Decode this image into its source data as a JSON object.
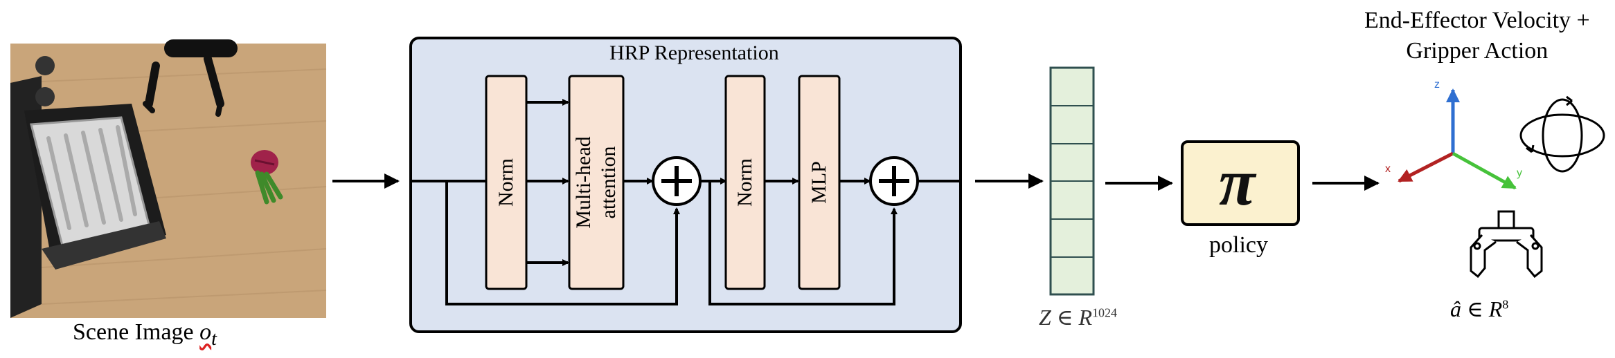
{
  "scene": {
    "caption": "Scene Image",
    "caption_symbol": "o",
    "caption_subscript": "t"
  },
  "hrp": {
    "title": "HRP Representation",
    "blocks": {
      "norm1": "Norm",
      "attention_line1": "Multi-head",
      "attention_line2": "attention",
      "norm2": "Norm",
      "mlp": "MLP"
    },
    "sum_symbol": "+"
  },
  "embedding": {
    "caption": "Z ∈ R",
    "caption_sup": "1024",
    "cells": 6
  },
  "policy": {
    "symbol": "π",
    "caption": "policy"
  },
  "action": {
    "title_line1": "End-Effector Velocity +",
    "title_line2": "Gripper Action",
    "axis_x": "x",
    "axis_y": "y",
    "axis_z": "z",
    "caption": "â ∈ R",
    "caption_sup": "8"
  },
  "colors": {
    "hrp_bg": "#dbe3f1",
    "block_fill": "#f9e4d6",
    "embedding_fill": "#e4f0dc",
    "embedding_stroke": "#2f4f4f",
    "policy_fill": "#fbf1cf",
    "axis_x": "#b22222",
    "axis_y": "#46c23a",
    "axis_z": "#2f6fd1",
    "table": "#c9a57a",
    "fruit": "#a0224a"
  }
}
